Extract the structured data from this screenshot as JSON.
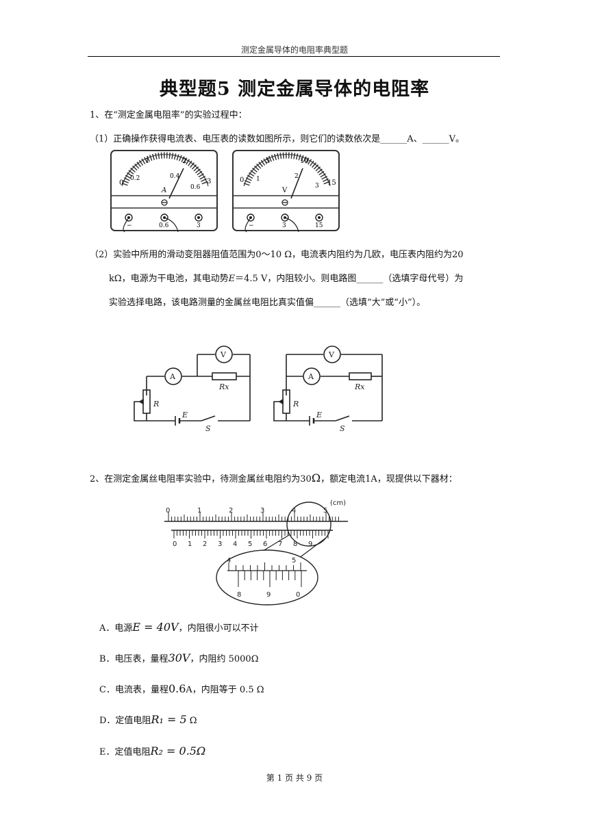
{
  "header": {
    "text": "测定金属导体的电阻率典型题"
  },
  "title": "典型题5 测定金属导体的电阻率",
  "q1": {
    "intro": "1、在“测定金属电阻率”的实验过程中：",
    "part1": "（1）正确操作获得电流表、电压表的读数如图所示，则它们的读数依次是______A、______V。",
    "ammeter": {
      "scale_top": [
        "0",
        "1",
        "2",
        "3"
      ],
      "scale_bottom": [
        "0.2",
        "0.4",
        "0.6"
      ],
      "unit": "A",
      "terminals": [
        "−",
        "0.6",
        "3"
      ]
    },
    "voltmeter": {
      "scale_top": [
        "0",
        "5",
        "10",
        "15"
      ],
      "scale_bottom": [
        "1",
        "2",
        "3"
      ],
      "unit": "V",
      "terminals": [
        "−",
        "3",
        "15"
      ]
    },
    "part2_line1": "（2）实验中所用的滑动变阻器阻值范围为0～10 Ω，电流表内阻约为几欧，电压表内阻约为20",
    "part2_line2_a": "kΩ，电源为干电池，其电动势",
    "part2_line2_E": "E",
    "part2_line2_b": "＝4.5 V，内阻较小。则电路图______（选填字母代号）为",
    "part2_line3": "实验选择电路，该电路测量的金属丝电阻比真实值偏______（选填“大”或“小”）。",
    "circuit_labels": {
      "voltmeter": "V",
      "ammeter": "A",
      "rx": "Rx",
      "r": "R",
      "emf": "E",
      "switch": "S"
    }
  },
  "q2": {
    "intro_a": "2、在测定金属丝电阻率实验中，待测金属丝电阻约为30",
    "intro_ohm": "Ω",
    "intro_b": "，额定电流1A，现提供以下器材：",
    "caliper": {
      "unit": "(cm)",
      "main_labels": [
        "0",
        "1",
        "2",
        "3",
        "4",
        "5"
      ],
      "vernier_labels": [
        "0",
        "1",
        "2",
        "3",
        "4",
        "5",
        "6",
        "7",
        "8",
        "9"
      ],
      "zoom_main": [
        "4",
        "5"
      ],
      "zoom_vernier": [
        "8",
        "9",
        "0"
      ]
    },
    "options": [
      {
        "letter": "A．电源",
        "formula": "E = 40V",
        "rest": "，内阻很小可以不计"
      },
      {
        "letter": "B．电压表，量程",
        "formula": "30V",
        "rest": "，内阻约 5000Ω"
      },
      {
        "letter": "C．电流表，量程",
        "formula": "0.6",
        "rest": "A，内阻等于 0.5 Ω"
      },
      {
        "letter": "D．定值电阻",
        "formula": "R₁ = 5",
        "rest": " Ω"
      },
      {
        "letter": "E．定值电阻",
        "formula": "R₂ = 0.5Ω",
        "rest": ""
      }
    ]
  },
  "footer": {
    "text": "第 1 页 共 9 页"
  }
}
